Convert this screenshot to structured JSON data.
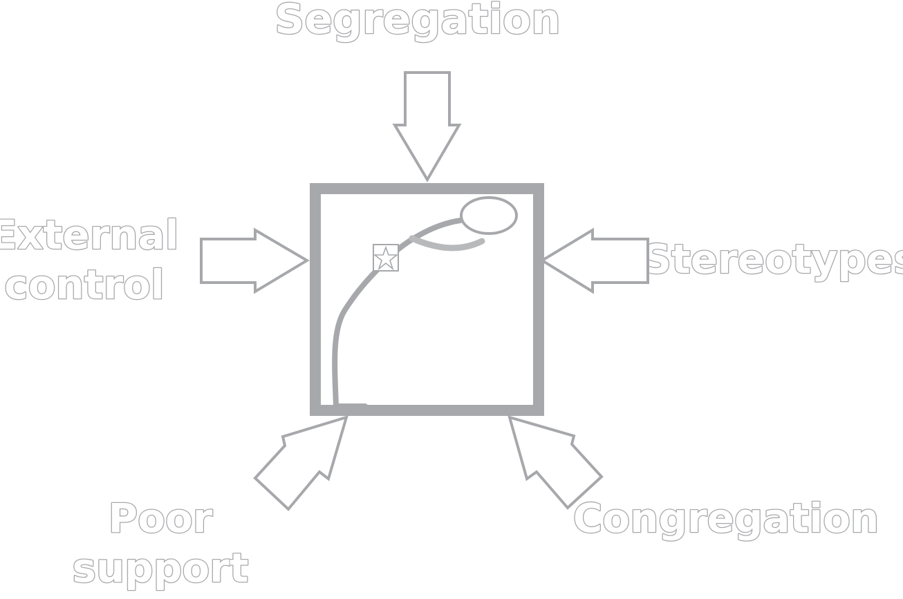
{
  "labels": {
    "top": "Segregation",
    "left_line1": "External",
    "left_line2": "control",
    "right": "Stereotypes",
    "bottom_left_line1": "Poor",
    "bottom_left_line2": "support",
    "bottom_right": "Congregation"
  },
  "icons": [
    "arrow-down-icon",
    "arrow-right-icon",
    "arrow-left-icon",
    "arrow-up-right-icon",
    "arrow-up-left-icon",
    "person-figure-icon",
    "star-icon"
  ],
  "colors": {
    "stroke": "#a7a8ab",
    "fill": "#ffffff"
  }
}
